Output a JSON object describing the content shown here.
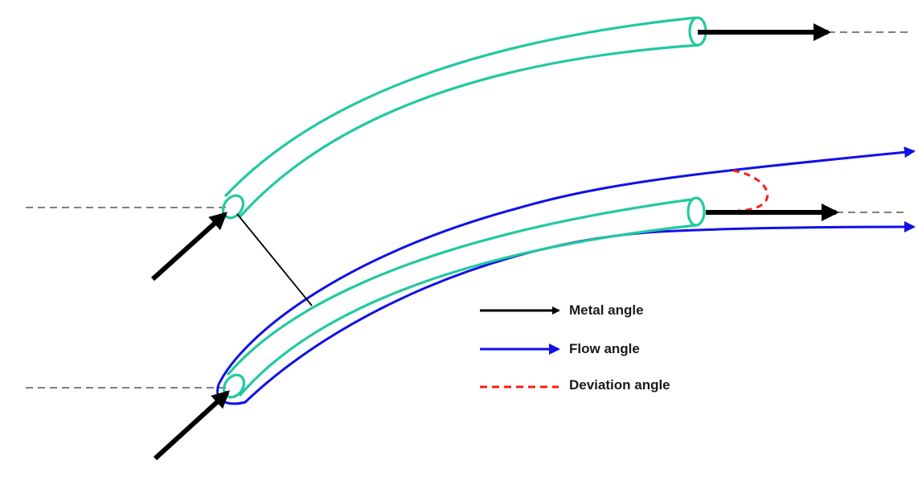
{
  "legend": {
    "items": [
      {
        "label": "Metal angle",
        "color": "#000000",
        "style": "solid-arrow"
      },
      {
        "label": "Flow angle",
        "color": "#0000ff",
        "style": "solid-arrow"
      },
      {
        "label": "Deviation angle",
        "color": "#ff0000",
        "style": "dashed"
      }
    ]
  },
  "colors": {
    "blade_outline": "#22c9a0",
    "flow_line": "#1010e8",
    "metal_arrow": "#000000",
    "deviation_arc": "#ff1a1a",
    "reference_line": "#555555"
  }
}
